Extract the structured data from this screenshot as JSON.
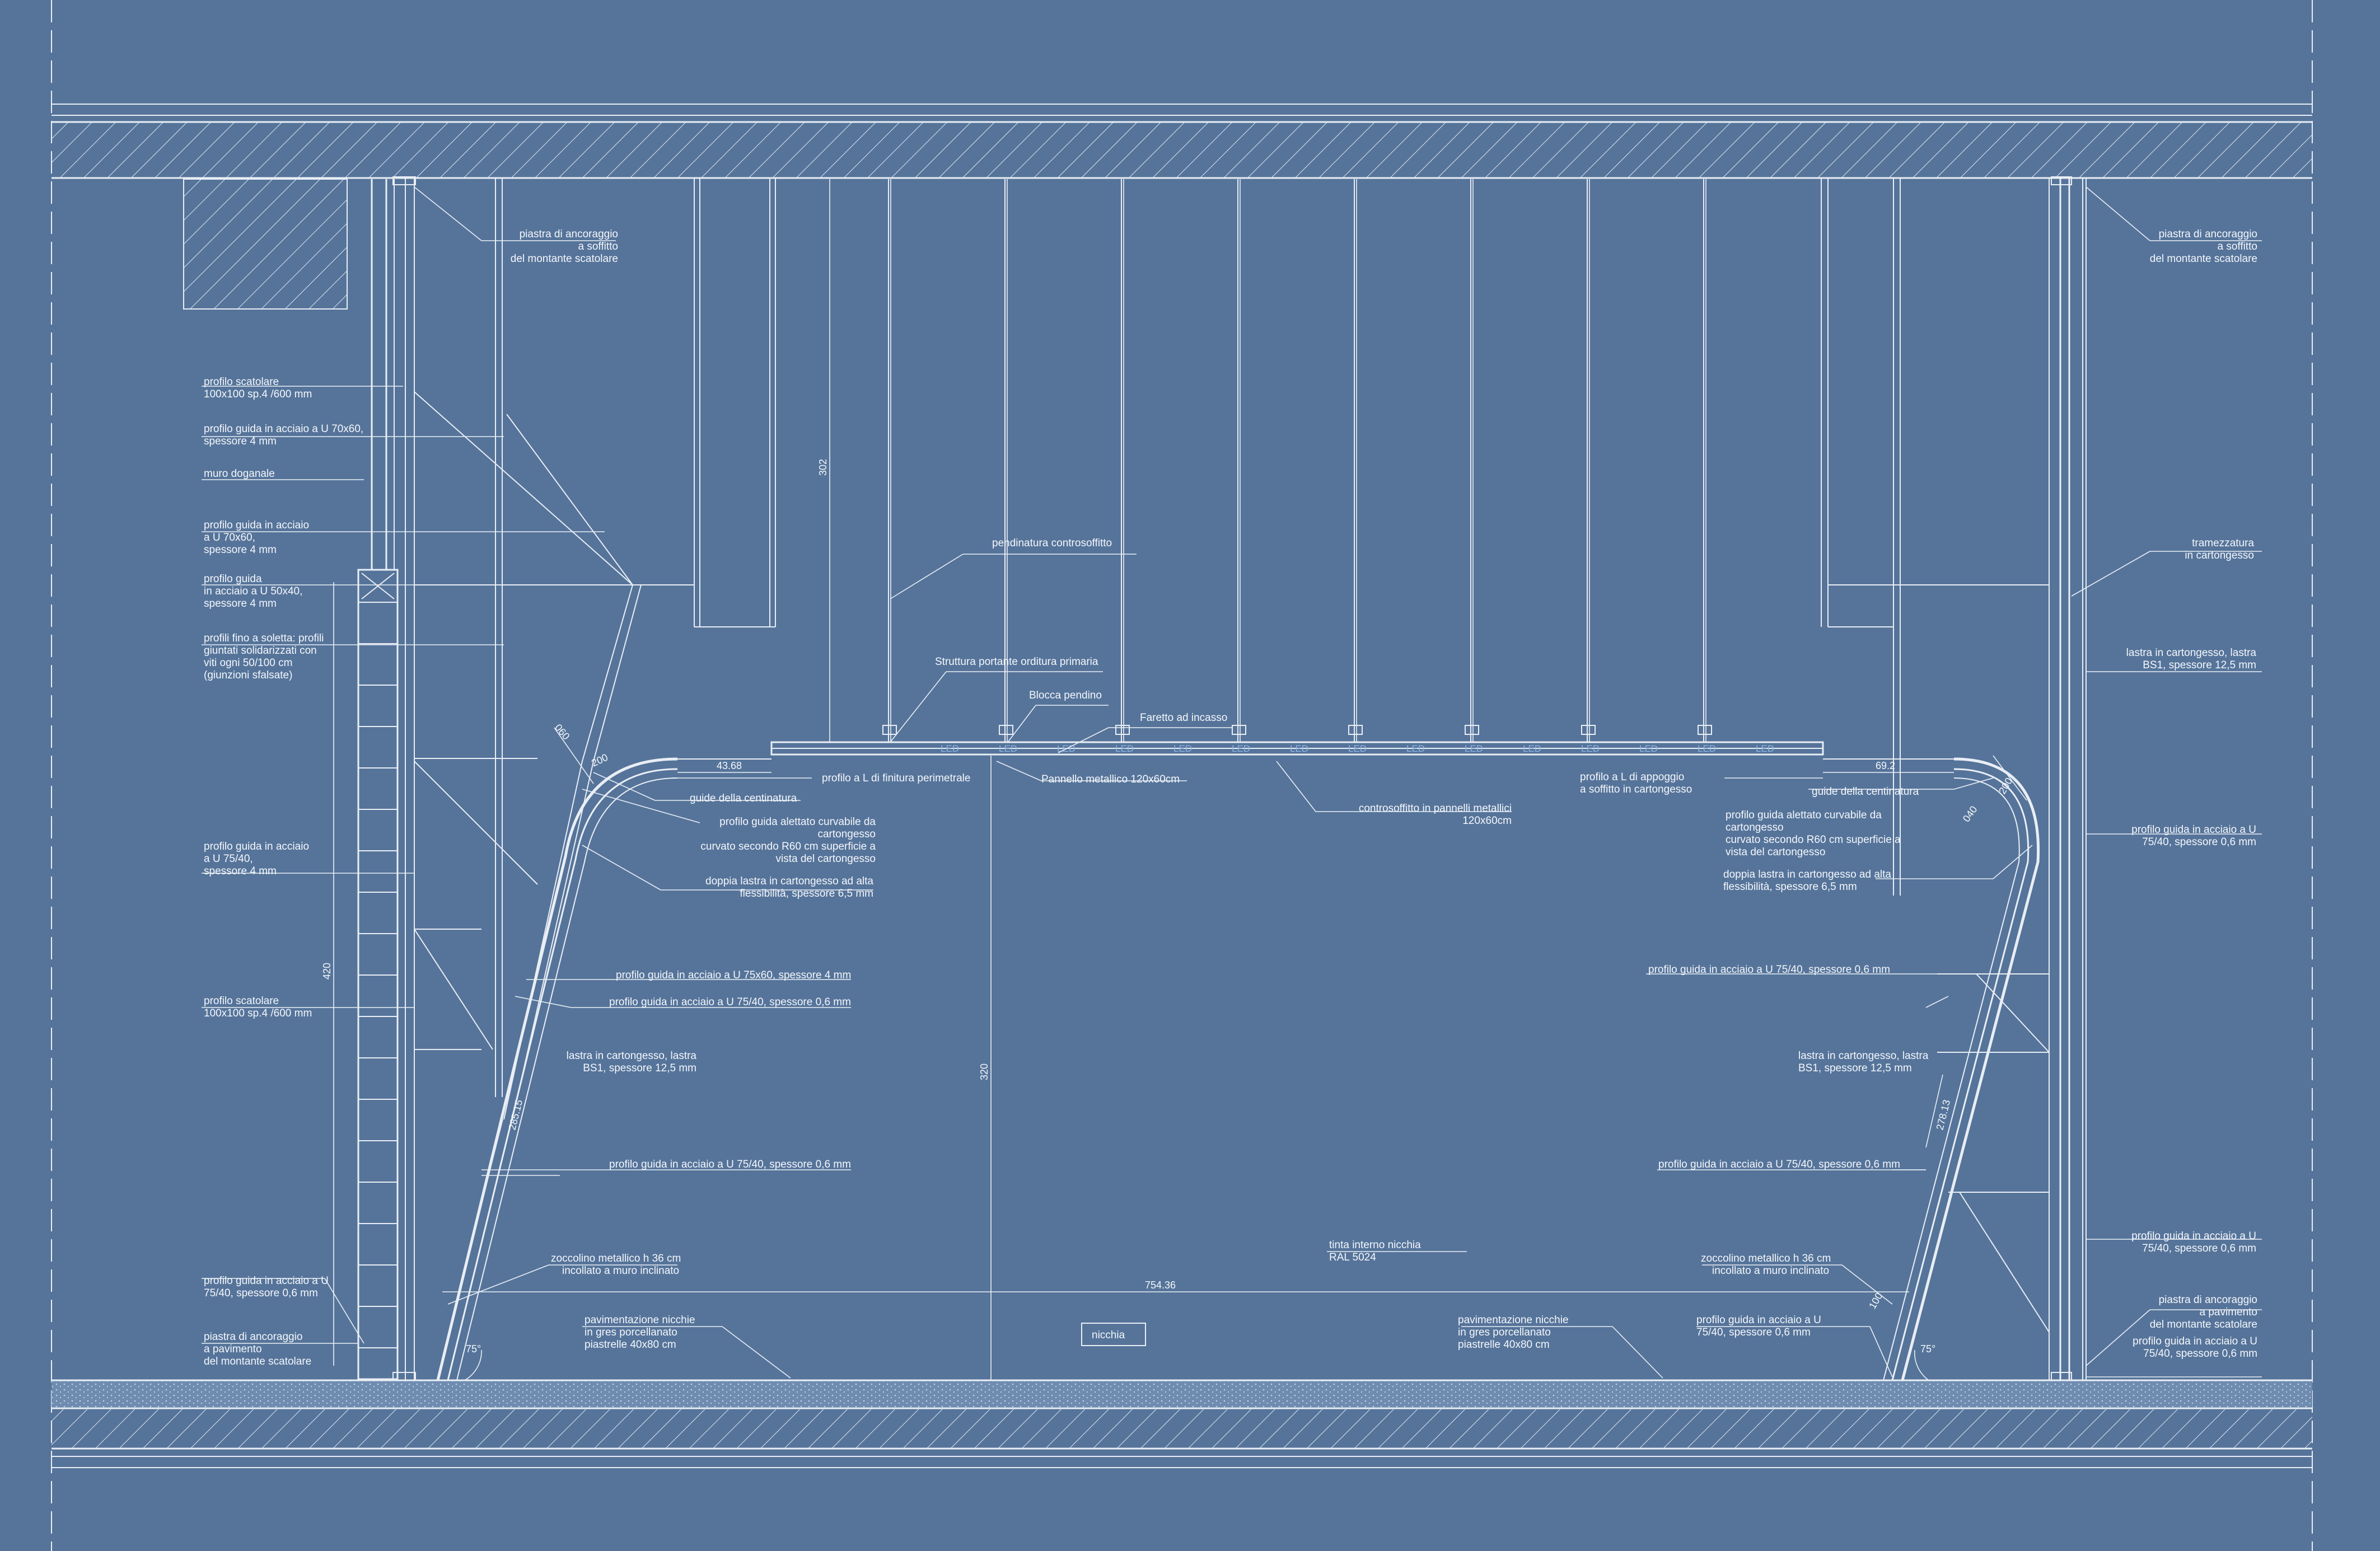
{
  "colors": {
    "background": "#56749a",
    "line": "#e9eef5",
    "fixture": "#8fb6e6"
  },
  "left_labels": [
    [
      "profilo scatolare",
      "100x100 sp.4 /600 mm"
    ],
    [
      "profilo guida in acciaio a U 70x60,",
      "spessore 4 mm"
    ],
    [
      "muro doganale"
    ],
    [
      "profilo guida in acciaio",
      "a U 70x60,",
      "spessore 4 mm"
    ],
    [
      "profilo guida",
      "in acciaio a U 50x40,",
      "spessore 4 mm"
    ],
    [
      "profili fino a soletta: profili",
      "giuntati solidarizzati con",
      "viti ogni 50/100 cm",
      "(giunzioni sfalsate)"
    ],
    [
      "profilo guida in acciaio",
      "a U 75/40,",
      "spessore 4 mm"
    ],
    [
      "profilo scatolare",
      "100x100 sp.4 /600 mm"
    ],
    [
      "profilo guida in acciaio a U",
      "75/40, spessore 0,6 mm"
    ],
    [
      "piastra di ancoraggio",
      "a pavimento",
      "del montante scatolare"
    ]
  ],
  "right_labels": [
    [
      "piastra di ancoraggio",
      "a soffitto",
      "del montante scatolare"
    ],
    [
      "tramezzatura",
      "in cartongesso"
    ],
    [
      "lastra in cartongesso, lastra",
      "BS1, spessore 12,5 mm"
    ],
    [
      "profilo guida in acciaio a U",
      "75/40, spessore 0,6 mm"
    ],
    [
      "profilo guida in acciaio a U",
      "75/40, spessore 0,6 mm"
    ],
    [
      "piastra di ancoraggio",
      "a pavimento",
      "del montante scatolare"
    ],
    [
      "profilo guida in acciaio a U",
      "75/40, spessore 0,6 mm"
    ]
  ],
  "interior_left": {
    "ceiling_plate": [
      "piastra di ancoraggio",
      "a soffitto",
      "del montante scatolare"
    ],
    "guide_centinatura": "guide della centinatura",
    "profilo_alettato": [
      "profilo guida alettato curvabile da",
      "cartongesso",
      "curvato secondo R60 cm superficie a",
      "vista del cartongesso"
    ],
    "doppia_lastra": [
      "doppia lastra in cartongesso ad alta",
      "flessibilità, spessore 6,5 mm"
    ],
    "guida_75x60": "profilo guida in acciaio a U 75x60, spessore 4 mm",
    "guida_75_40_a": "profilo guida in acciaio a U 75/40, spessore 0,6 mm",
    "lastra": [
      "lastra in cartongesso, lastra",
      "BS1, spessore 12,5 mm"
    ],
    "guida_75_40_b": "profilo guida in acciaio a U 75/40, spessore 0,6 mm",
    "zoccolino": [
      "zoccolino metallico h 36 cm",
      "incollato a muro inclinato"
    ],
    "pavimentazione": [
      "pavimentazione nicchie",
      "in gres porcellanato",
      "piastrelle 40x80 cm"
    ]
  },
  "interior_right": {
    "profilo_appoggio": [
      "profilo a L di appoggio",
      "a soffitto in cartongesso"
    ],
    "guide_centinatura": "guide della centinatura",
    "profilo_alettato": [
      "profilo guida alettato curvabile da",
      "cartongesso",
      "curvato secondo R60 cm superficie a",
      "vista del cartongesso"
    ],
    "doppia_lastra": [
      "doppia lastra in cartongesso ad alta",
      "flessibilità, spessore 6,5 mm"
    ],
    "guida_75_40_a": "profilo guida in acciaio a U 75/40, spessore 0,6 mm",
    "lastra": [
      "lastra in cartongesso, lastra",
      "BS1, spessore 12,5 mm"
    ],
    "guida_75_40_b": "profilo guida in acciaio a U 75/40, spessore 0,6 mm",
    "zoccolino": [
      "zoccolino metallico h 36 cm",
      "incollato a muro inclinato"
    ],
    "guida_floor": [
      "profilo guida in acciaio a U",
      "75/40, spessore 0,6 mm"
    ],
    "pavimentazione": [
      "pavimentazione nicchie",
      "in gres porcellanato",
      "piastrelle 40x80 cm"
    ]
  },
  "center": {
    "pendinatura": "pendinatura controsoffitto",
    "struttura": "Struttura portante orditura primaria",
    "blocca": "Blocca pendino",
    "faretto": "Faretto ad incasso",
    "profilo_l": "profilo a L di finitura perimetrale",
    "pannello": "Pannello metallico 120x60cm",
    "controsoffitto": [
      "controsoffitto in pannelli metallici",
      "120x60cm"
    ],
    "tinta": [
      "tinta interno nicchia",
      "RAL 5024"
    ],
    "nicchia": "nicchia",
    "fixture_code": "LED"
  },
  "dimensions": {
    "d302": "302",
    "d420": "420",
    "d320": "320",
    "d4368": "43.68",
    "d692": "69.2",
    "d75436": "754.36",
    "d28515": "285.15",
    "d27813": "278.13",
    "d060": "060",
    "d040": "040",
    "d200a": "200",
    "d200b": "200",
    "d100": "100",
    "d75a": "75°",
    "d75b": "75°"
  }
}
